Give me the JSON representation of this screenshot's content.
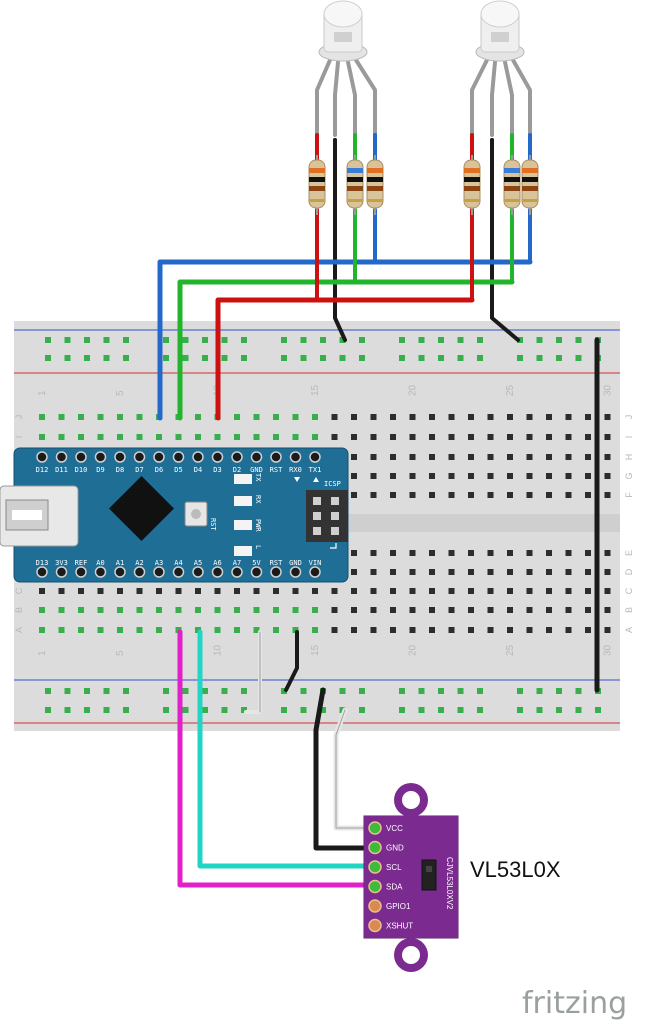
{
  "module": {
    "name": "VL53L0X",
    "chip_label": "CJVL53L0XV2",
    "pins": [
      "VCC",
      "GND",
      "SCL",
      "SDA",
      "GPIO1",
      "XSHUT"
    ]
  },
  "arduino": {
    "top_pins": [
      "D12",
      "D11",
      "D10",
      "D9",
      "D8",
      "D7",
      "D6",
      "D5",
      "D4",
      "D3",
      "D2",
      "GND",
      "RST",
      "RX0",
      "TX1"
    ],
    "bottom_pins": [
      "D13",
      "3V3",
      "REF",
      "A0",
      "A1",
      "A2",
      "A3",
      "A4",
      "A5",
      "A6",
      "A7",
      "5V",
      "RST",
      "GND",
      "VIN"
    ],
    "led_labels": [
      "TX",
      "RX",
      "PWR",
      "L"
    ],
    "reset_label": "RST",
    "icsp_label": "ICSP"
  },
  "breadboard": {
    "column_numbers": [
      "1",
      "5",
      "10",
      "15",
      "20",
      "25",
      "30"
    ],
    "rows_top": [
      "J",
      "I",
      "H",
      "G",
      "F"
    ],
    "rows_bottom": [
      "E",
      "D",
      "C",
      "B",
      "A"
    ]
  },
  "watermark": "fritzing",
  "colors": {
    "board_blue": "#1f6e96",
    "module_purple": "#7b2a8f",
    "wire_red": "#cc1111",
    "wire_blue": "#2468c9",
    "wire_green": "#22b52b",
    "wire_black": "#1a1a1a",
    "wire_white": "#e6e6e6",
    "wire_cyan": "#22d4c3",
    "wire_magenta": "#e020c8"
  }
}
